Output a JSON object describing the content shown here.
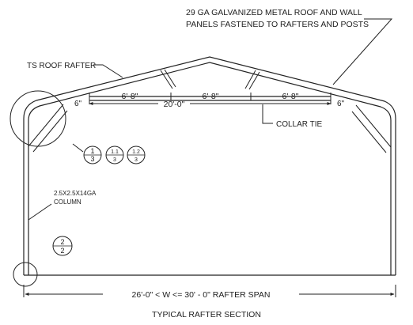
{
  "notes": {
    "roof_panels_line1": "29 GA GALVANIZED METAL ROOF AND WALL",
    "roof_panels_line2": "PANELS FASTENED TO RAFTERS AND POSTS",
    "roof_rafter": "TS ROOF RAFTER",
    "collar_tie": "COLLAR TIE",
    "column_line1": "2.5X2.5X14GA",
    "column_line2": "COLUMN"
  },
  "dimensions": {
    "left_offset": "6\"",
    "right_offset": "6\"",
    "seg1": "6'-8\"",
    "seg2": "6'-8\"",
    "seg3": "6'-8\"",
    "overall_tie": "20'-0\"",
    "span": "26'-0\" < W <= 30' - 0\" RAFTER SPAN"
  },
  "detail_callouts": [
    {
      "top": "1",
      "bottom": "3"
    },
    {
      "top": "1.1",
      "bottom": "3"
    },
    {
      "top": "1.2",
      "bottom": "3"
    }
  ],
  "section_callout": {
    "top": "2",
    "bottom": "2"
  },
  "title": "TYPICAL RAFTER SECTION"
}
